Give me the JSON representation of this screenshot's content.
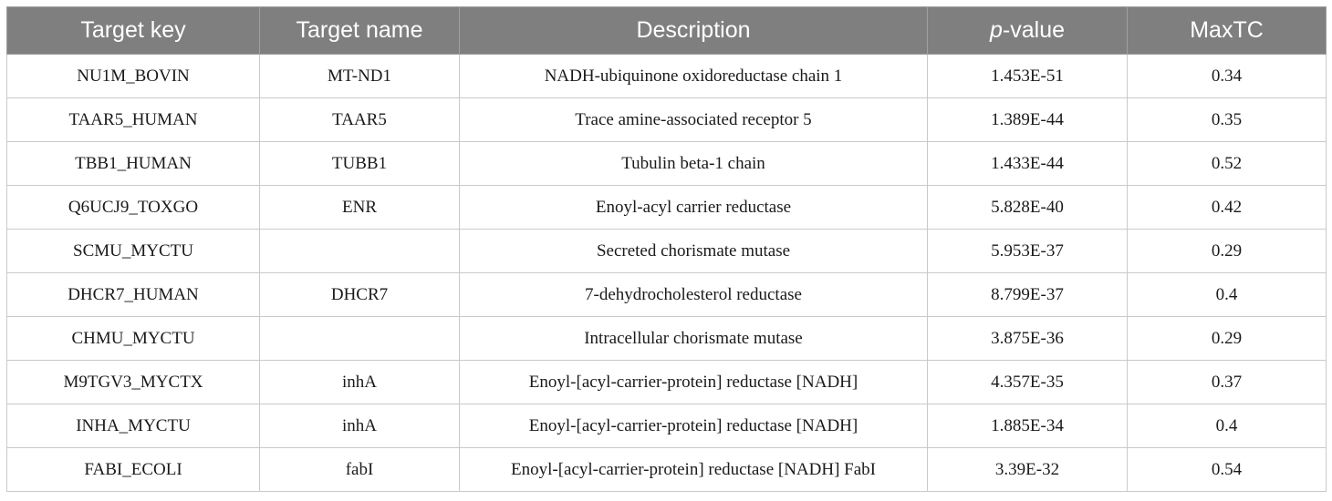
{
  "table": {
    "headers": {
      "target_key": "Target key",
      "target_name": "Target name",
      "description": "Description",
      "p_value_italic": "p",
      "p_value_rest": "-value",
      "maxtc": "MaxTC"
    },
    "rows": [
      {
        "target_key": "NU1M_BOVIN",
        "target_name": "MT-ND1",
        "description": "NADH-ubiquinone oxidoreductase chain 1",
        "p_value": "1.453E-51",
        "maxtc": "0.34"
      },
      {
        "target_key": "TAAR5_HUMAN",
        "target_name": "TAAR5",
        "description": "Trace amine-associated receptor 5",
        "p_value": "1.389E-44",
        "maxtc": "0.35"
      },
      {
        "target_key": "TBB1_HUMAN",
        "target_name": "TUBB1",
        "description": "Tubulin beta-1 chain",
        "p_value": "1.433E-44",
        "maxtc": "0.52"
      },
      {
        "target_key": "Q6UCJ9_TOXGO",
        "target_name": "ENR",
        "description": "Enoyl-acyl carrier reductase",
        "p_value": "5.828E-40",
        "maxtc": "0.42"
      },
      {
        "target_key": "SCMU_MYCTU",
        "target_name": "",
        "description": "Secreted chorismate mutase",
        "p_value": "5.953E-37",
        "maxtc": "0.29"
      },
      {
        "target_key": "DHCR7_HUMAN",
        "target_name": "DHCR7",
        "description": "7-dehydrocholesterol reductase",
        "p_value": "8.799E-37",
        "maxtc": "0.4"
      },
      {
        "target_key": "CHMU_MYCTU",
        "target_name": "",
        "description": "Intracellular chorismate mutase",
        "p_value": "3.875E-36",
        "maxtc": "0.29"
      },
      {
        "target_key": "M9TGV3_MYCTX",
        "target_name": "inhA",
        "description": "Enoyl-[acyl-carrier-protein] reductase [NADH]",
        "p_value": "4.357E-35",
        "maxtc": "0.37"
      },
      {
        "target_key": "INHA_MYCTU",
        "target_name": "inhA",
        "description": "Enoyl-[acyl-carrier-protein] reductase [NADH]",
        "p_value": "1.885E-34",
        "maxtc": "0.4"
      },
      {
        "target_key": "FABI_ECOLI",
        "target_name": "fabI",
        "description": "Enoyl-[acyl-carrier-protein] reductase [NADH] FabI",
        "p_value": "3.39E-32",
        "maxtc": "0.54"
      }
    ]
  },
  "colors": {
    "header_bg": "#7f7f7f",
    "header_text": "#ffffff",
    "grid": "#c9c9c9"
  }
}
